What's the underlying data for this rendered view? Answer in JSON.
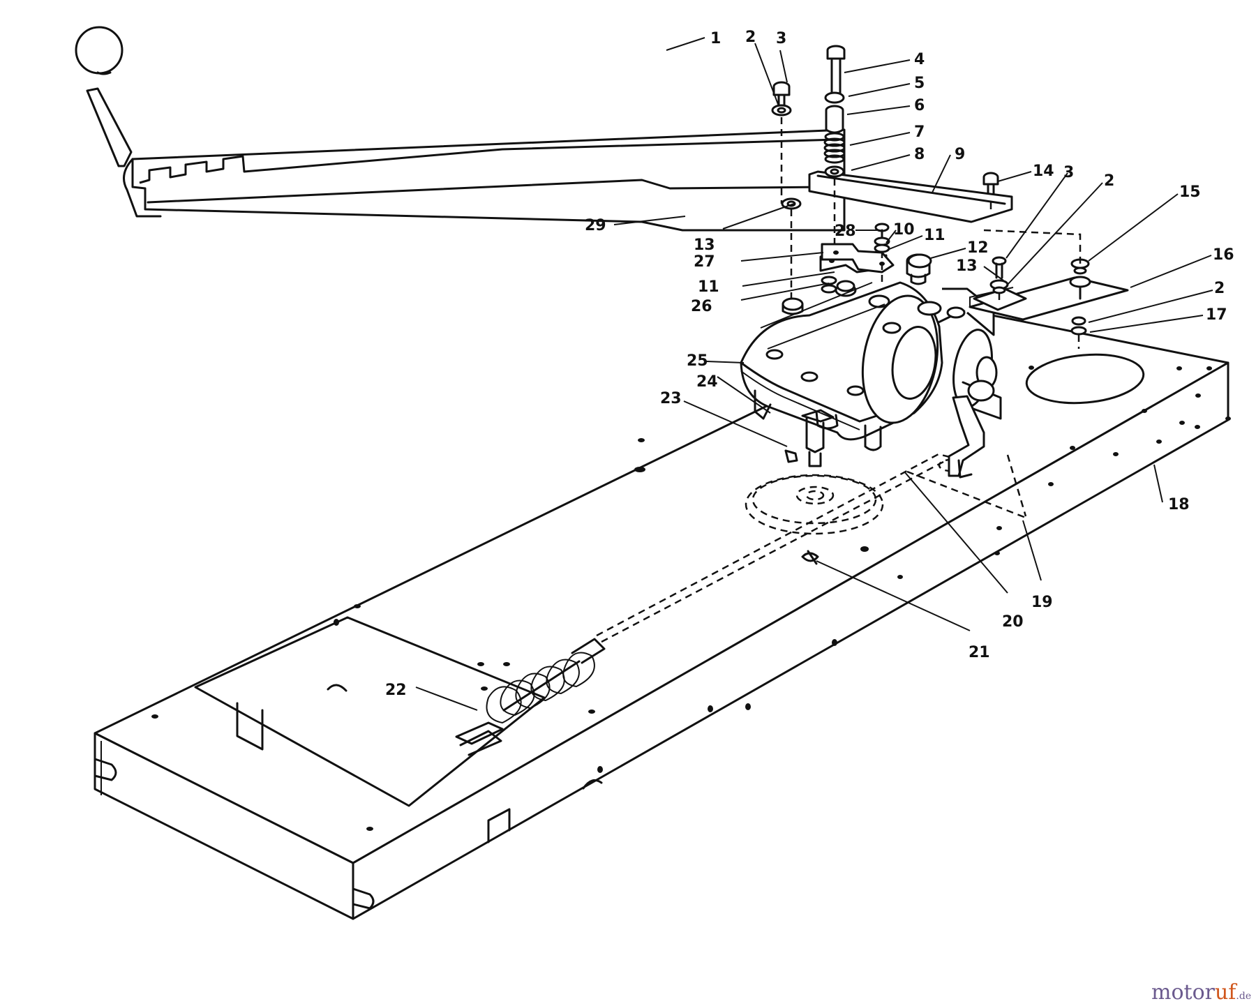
{
  "watermark": {
    "main": "motor",
    "accent": "uf",
    "tld": ".de"
  },
  "callouts": [
    {
      "id": "c1",
      "text": "1"
    },
    {
      "id": "c2a",
      "text": "2"
    },
    {
      "id": "c3a",
      "text": "3"
    },
    {
      "id": "c4",
      "text": "4"
    },
    {
      "id": "c5",
      "text": "5"
    },
    {
      "id": "c6",
      "text": "6"
    },
    {
      "id": "c7",
      "text": "7"
    },
    {
      "id": "c8",
      "text": "8"
    },
    {
      "id": "c9",
      "text": "9"
    },
    {
      "id": "c14",
      "text": "14"
    },
    {
      "id": "c3b",
      "text": "3"
    },
    {
      "id": "c2b",
      "text": "2"
    },
    {
      "id": "c15",
      "text": "15"
    },
    {
      "id": "c16",
      "text": "16"
    },
    {
      "id": "c2c",
      "text": "2"
    },
    {
      "id": "c17",
      "text": "17"
    },
    {
      "id": "c29",
      "text": "29"
    },
    {
      "id": "c13a",
      "text": "13"
    },
    {
      "id": "c28",
      "text": "28"
    },
    {
      "id": "c10",
      "text": "10"
    },
    {
      "id": "c11a",
      "text": "11"
    },
    {
      "id": "c12",
      "text": "12"
    },
    {
      "id": "c27",
      "text": "27"
    },
    {
      "id": "c13b",
      "text": "13"
    },
    {
      "id": "c11b",
      "text": "11"
    },
    {
      "id": "c26",
      "text": "26"
    },
    {
      "id": "c25",
      "text": "25"
    },
    {
      "id": "c24",
      "text": "24"
    },
    {
      "id": "c23",
      "text": "23"
    },
    {
      "id": "c18",
      "text": "18"
    },
    {
      "id": "c19",
      "text": "19"
    },
    {
      "id": "c20",
      "text": "20"
    },
    {
      "id": "c21",
      "text": "21"
    },
    {
      "id": "c22",
      "text": "22"
    }
  ]
}
